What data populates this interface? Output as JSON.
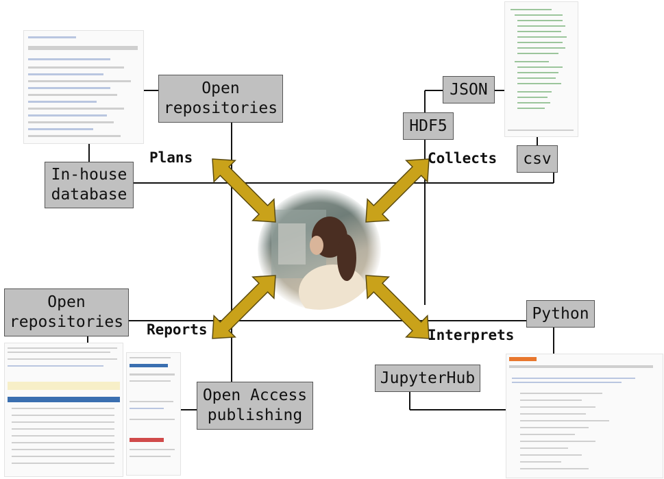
{
  "nodes": {
    "open_repos_top": "Open\nrepositories",
    "inhouse_db": "In-house\ndatabase",
    "json": "JSON",
    "hdf5": "HDF5",
    "csv": "csv",
    "open_repos_bottom": "Open\nrepositories",
    "open_access": "Open Access\npublishing",
    "python": "Python",
    "jupyterhub": "JupyterHub"
  },
  "labels": {
    "plans": "Plans",
    "collects": "Collects",
    "reports": "Reports",
    "interprets": "Interprets"
  },
  "center_image": "researcher-in-lab",
  "colors": {
    "box_fill": "#c0c0c0",
    "box_border": "#555555",
    "arrow_fill": "#c9a21a",
    "arrow_stroke": "#5a4a10",
    "line": "#111111"
  }
}
